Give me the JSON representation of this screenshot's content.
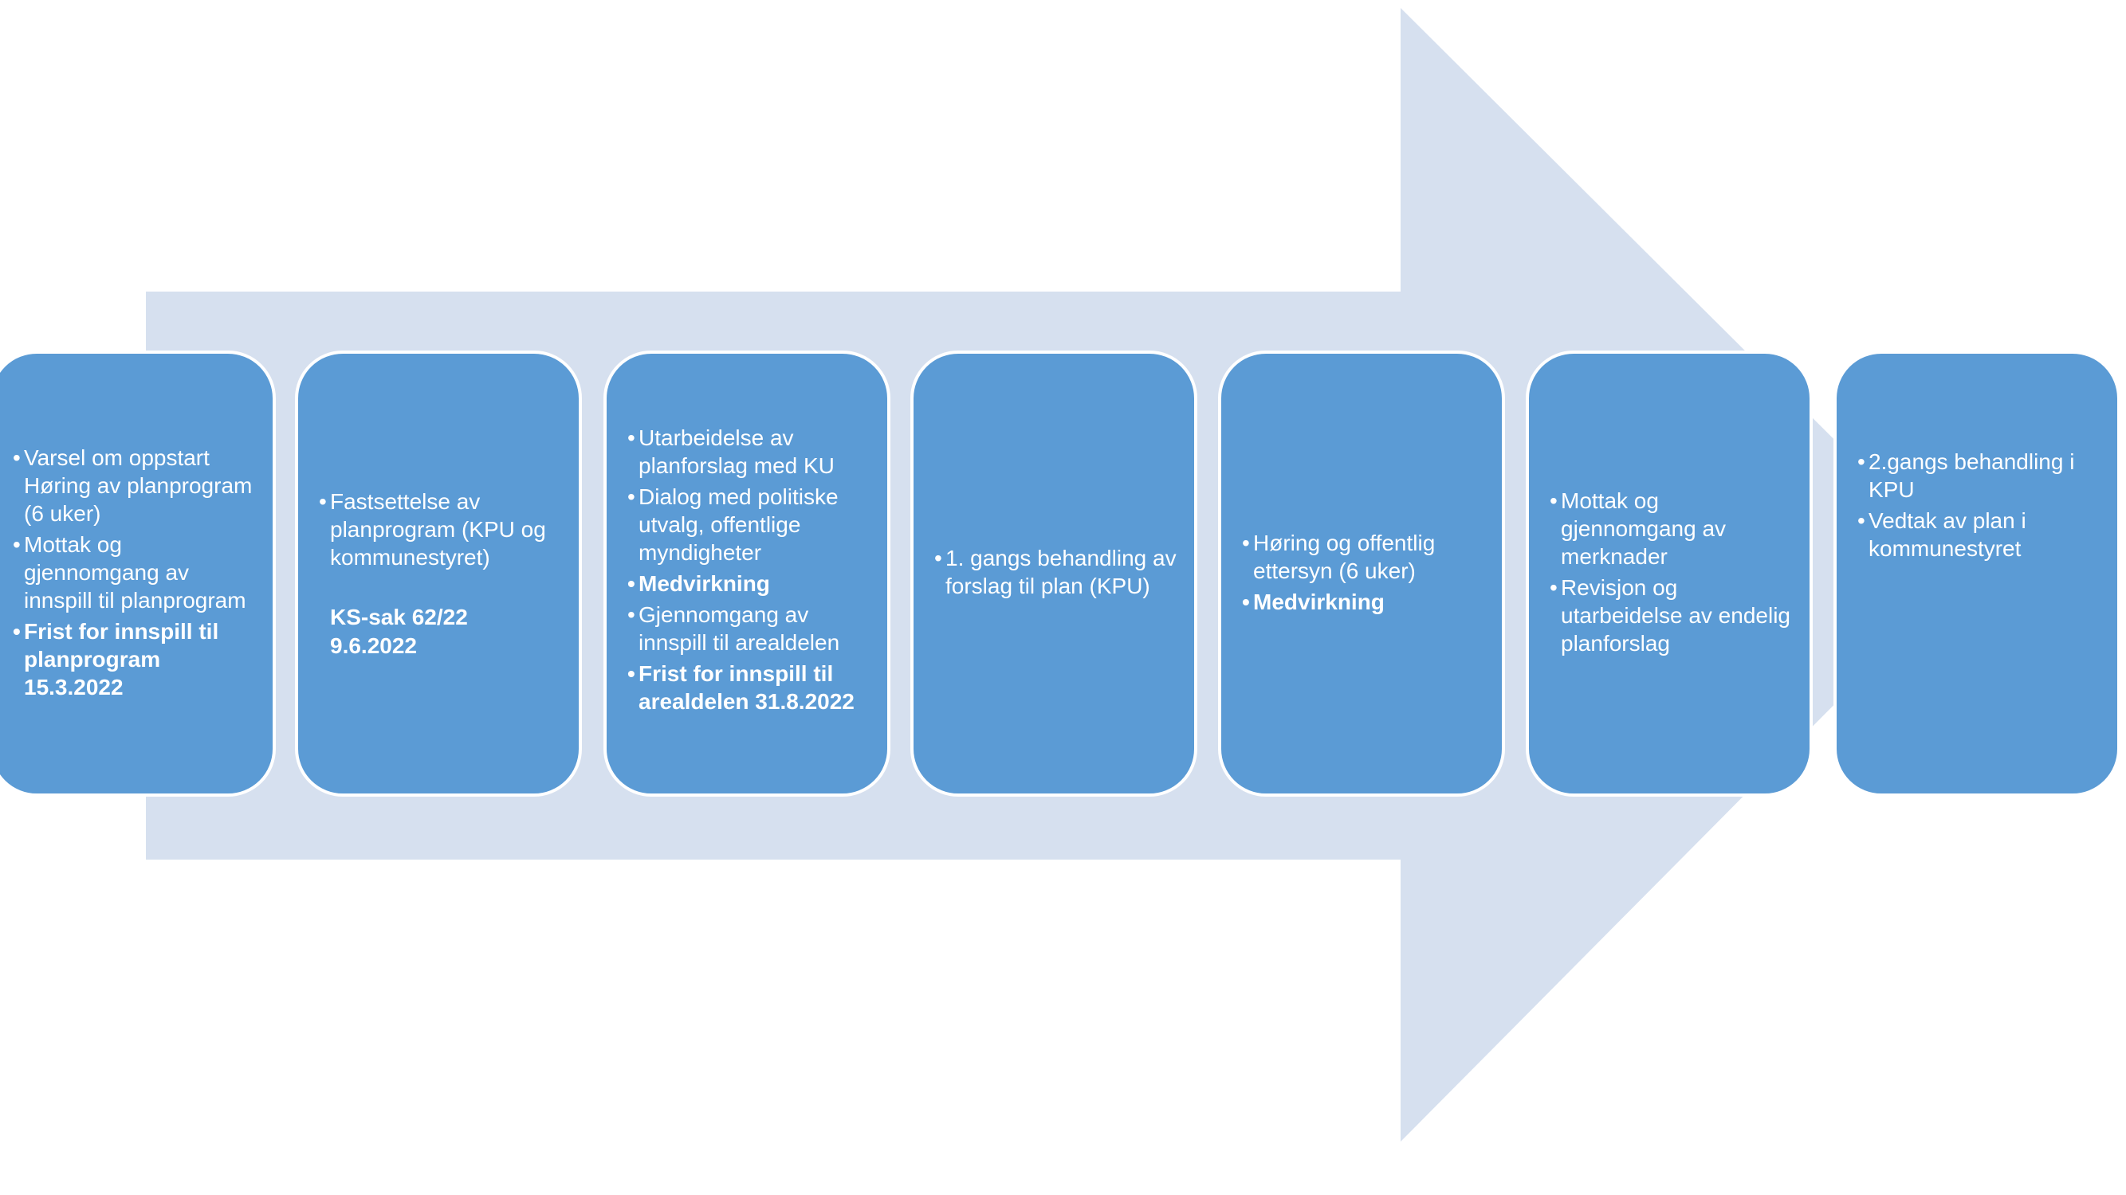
{
  "colors": {
    "arrow": "#d6e0ef",
    "box": "#5b9bd5",
    "box_border": "#ffffff",
    "text": "#ffffff"
  },
  "steps": [
    {
      "items": [
        {
          "text": "Varsel om oppstart Høring av planprogram (6 uker)",
          "bold": false
        },
        {
          "text": "Mottak og gjennomgang av innspill til planprogram",
          "bold": false
        },
        {
          "text": "Frist for innspill til planprogram 15.3.2022",
          "bold": true
        }
      ]
    },
    {
      "items": [
        {
          "text": "Fastsettelse av planprogram (KPU og kommunestyret)",
          "bold": false
        }
      ],
      "plain_lines": [
        "KS-sak 62/22",
        "9.6.2022"
      ]
    },
    {
      "items": [
        {
          "text": "Utarbeidelse av planforslag med KU",
          "bold": false
        },
        {
          "text": "Dialog med politiske utvalg, offentlige myndigheter",
          "bold": false
        },
        {
          "text": "Medvirkning",
          "bold": true
        },
        {
          "text": "Gjennomgang av innspill til arealdelen",
          "bold": false
        },
        {
          "text": "Frist for innspill til arealdelen 31.8.2022",
          "bold": true
        }
      ]
    },
    {
      "items": [
        {
          "text": "1. gangs behandling av forslag til plan (KPU)",
          "bold": false
        }
      ]
    },
    {
      "items": [
        {
          "text": "Høring og offentlig ettersyn (6 uker)",
          "bold": false
        },
        {
          "text": "Medvirkning",
          "bold": true
        }
      ]
    },
    {
      "items": [
        {
          "text": "Mottak og gjennomgang av merknader",
          "bold": false
        },
        {
          "text": "Revisjon og utarbeidelse av endelig planforslag",
          "bold": false
        }
      ]
    },
    {
      "items": [
        {
          "text": "2.gangs behandling i KPU",
          "bold": false
        },
        {
          "text": "Vedtak av plan i kommunestyret",
          "bold": false
        }
      ]
    }
  ]
}
